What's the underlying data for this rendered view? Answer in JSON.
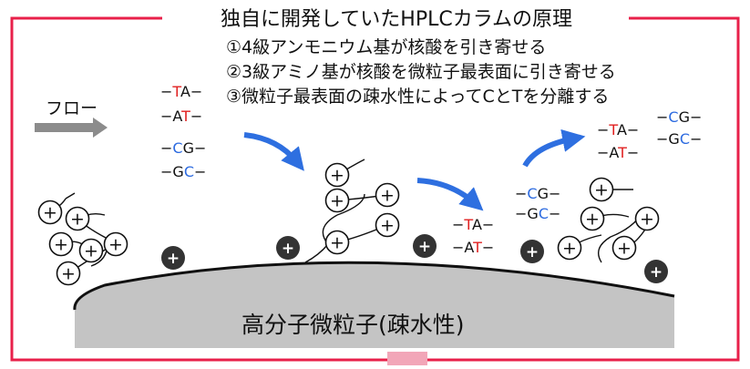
{
  "title": "独自に開発していたHPLCカラムの原理",
  "points": [
    "①4級アンモニウム基が核酸を引き寄せる",
    "②3級アミノ基が核酸を微粒子最表面に引き寄せる",
    "③微粒子最表面の疎水性によってCとTを分離する"
  ],
  "flow_label": "フロー",
  "particle_label": "高分子微粒子(疎水性)",
  "plus_symbol": "+",
  "pairs": {
    "ta": {
      "p": "−",
      "l1": "T",
      "l2": "A",
      "s": "−"
    },
    "at": {
      "p": "−",
      "l1": "A",
      "l2": "T",
      "s": "−"
    },
    "cg": {
      "p": "−",
      "l1": "C",
      "l2": "G",
      "s": "−"
    },
    "gc": {
      "p": "−",
      "l1": "G",
      "l2": "C",
      "s": "−"
    }
  },
  "colors": {
    "frame": "#e8204a",
    "accent_box": "#f2a6b8",
    "arrow_blue": "#2e6fe0",
    "flow_arrow": "#8c8c8c",
    "particle": "#c4c4c4",
    "dark_bead": "#333333",
    "text": "#111111",
    "red_base": "#e02020",
    "blue_base": "#2d6be0"
  }
}
